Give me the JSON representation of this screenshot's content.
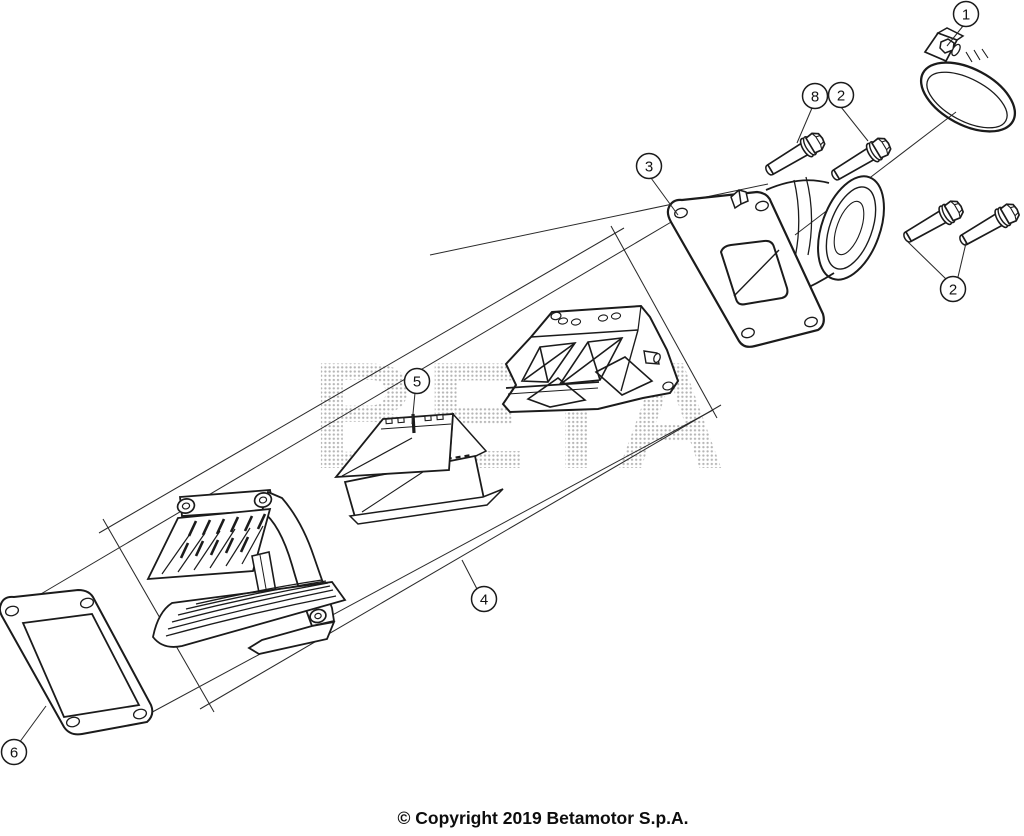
{
  "diagram": {
    "watermark_text": "BETA",
    "callouts": [
      {
        "label": "1"
      },
      {
        "label": "8"
      },
      {
        "label": "2"
      },
      {
        "label": "3"
      },
      {
        "label": "2"
      },
      {
        "label": "5"
      },
      {
        "label": "4"
      },
      {
        "label": "6"
      }
    ]
  },
  "footer": {
    "copyright": "© Copyright 2019 Betamotor S.p.A."
  }
}
